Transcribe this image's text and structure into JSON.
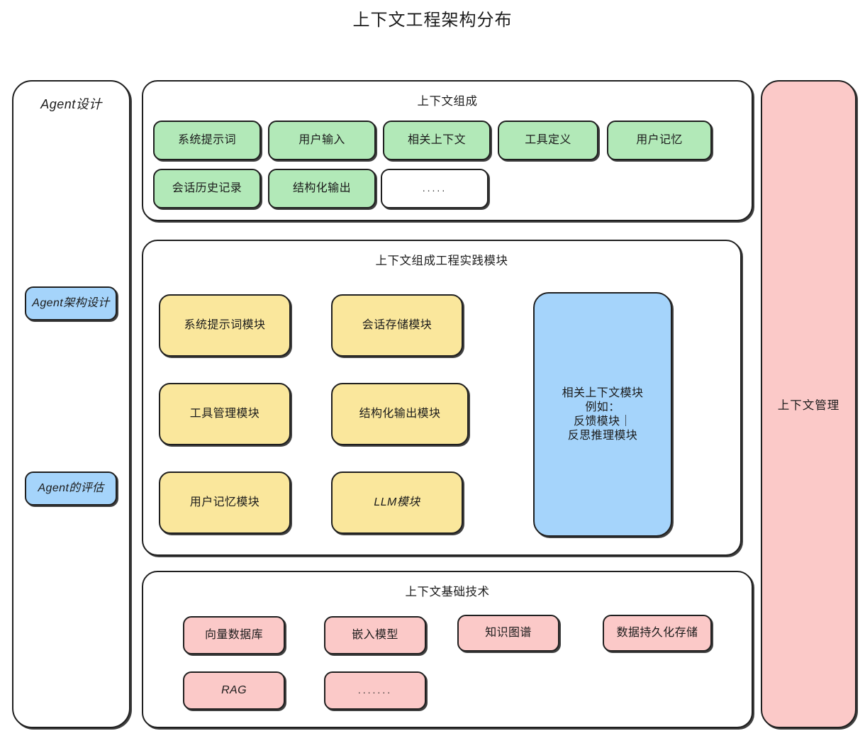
{
  "title": "上下文工程架构分布",
  "left_column": {
    "title": "Agent设计",
    "items": [
      {
        "label": "Agent架构设计",
        "color": "#a5d4fb"
      },
      {
        "label": "Agent的评估",
        "color": "#a5d4fb"
      }
    ]
  },
  "right_column": {
    "label": "上下文管理",
    "color": "#fbc9c8"
  },
  "sections": [
    {
      "id": "composition",
      "title": "上下文组成",
      "color": "#b2e9b8",
      "row1": [
        "系统提示词",
        "用户输入",
        "相关上下文",
        "工具定义",
        "用户记忆"
      ],
      "row2": [
        "会话历史记录",
        "结构化输出",
        "....."
      ]
    },
    {
      "id": "modules",
      "title": "上下文组成工程实践模块",
      "color": "#fae79c",
      "col1": [
        "系统提示词模块",
        "工具管理模块",
        "用户记忆模块"
      ],
      "col2": [
        "会话存储模块",
        "结构化输出模块",
        "LLM模块"
      ],
      "highlight": {
        "color": "#a5d4fb",
        "lines": [
          "相关上下文模块",
          "例如：",
          "反馈模块｜",
          "反思推理模块"
        ]
      }
    },
    {
      "id": "foundation",
      "title": "上下文基础技术",
      "color": "#fbc9c8",
      "row1": [
        "向量数据库",
        "嵌入模型",
        "知识图谱",
        "数据持久化存储"
      ],
      "row2": [
        "RAG",
        "......."
      ]
    }
  ]
}
